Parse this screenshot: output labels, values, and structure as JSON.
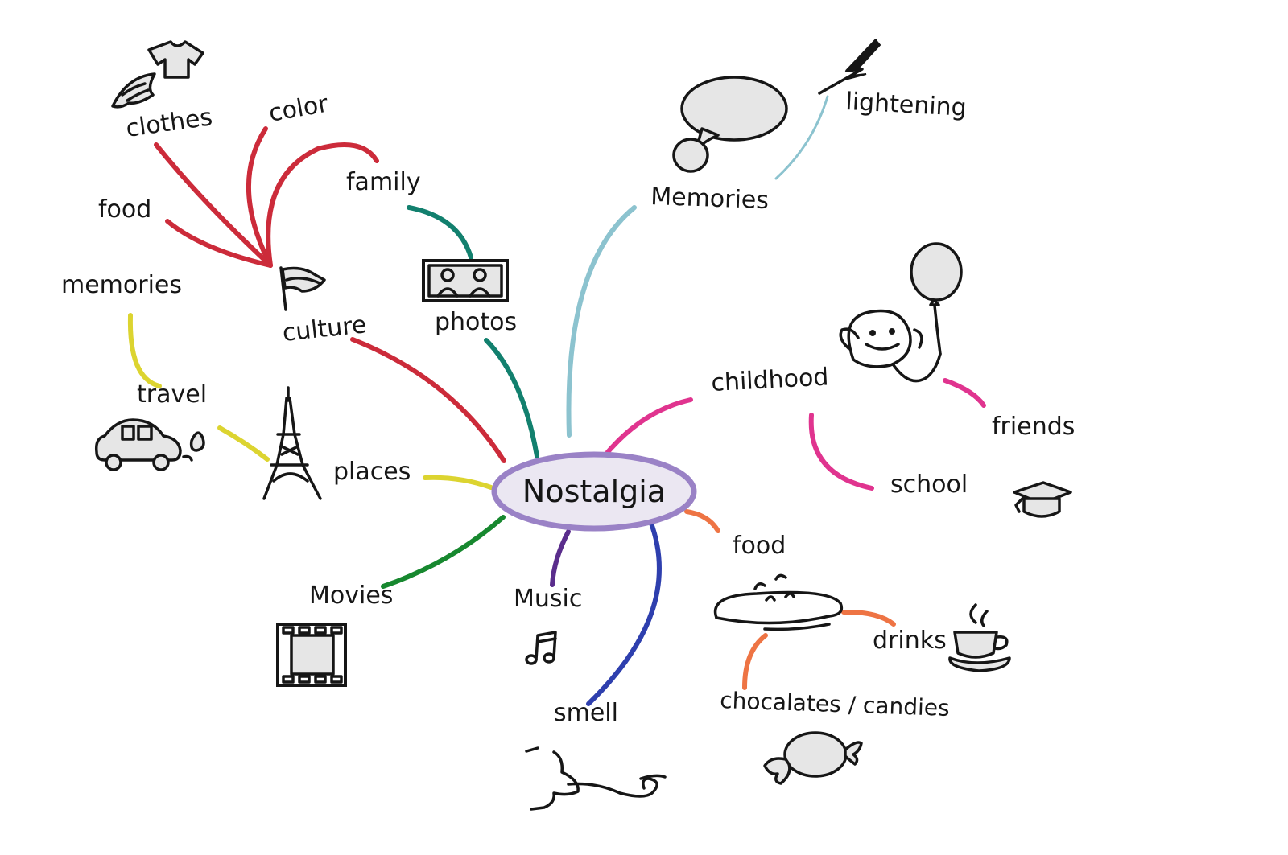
{
  "center": {
    "label": "Nostalgia"
  },
  "labels": {
    "clothes": "clothes",
    "color": "color",
    "family": "family",
    "food_culture": "food",
    "memories_travel": "memories",
    "culture": "culture",
    "photos": "photos",
    "travel": "travel",
    "places": "places",
    "memories_main": "Memories",
    "lightening": "lightening",
    "childhood": "childhood",
    "friends": "friends",
    "school": "school",
    "food_main": "food",
    "drinks": "drinks",
    "chocolates": "chocalates / candies",
    "movies": "Movies",
    "music": "Music",
    "smell": "smell"
  },
  "colors": {
    "culture_branch": "#cc2b3a",
    "photos_branch": "#12806e",
    "memories_branch": "#8cc3cf",
    "childhood_branch": "#e0348f",
    "places_branch": "#dcd430",
    "movies_branch": "#17882f",
    "music_branch": "#5a2d8c",
    "smell_branch": "#2e3fae",
    "food_branch": "#ee7444",
    "center_ring": "#9a82c6",
    "center_fill": "#ebe7f2"
  },
  "icons": [
    "tshirt-icon",
    "angel-wings-icon",
    "flag-icon",
    "framed-photo-icon",
    "speech-bubble-icon",
    "lightning-bolt-icon",
    "smiley-face-icon",
    "balloon-icon",
    "graduation-cap-icon",
    "car-icon",
    "eiffel-tower-icon",
    "film-strip-icon",
    "music-note-icon",
    "nose-scent-icon",
    "dish-icon",
    "coffee-cup-icon",
    "candy-icon"
  ]
}
